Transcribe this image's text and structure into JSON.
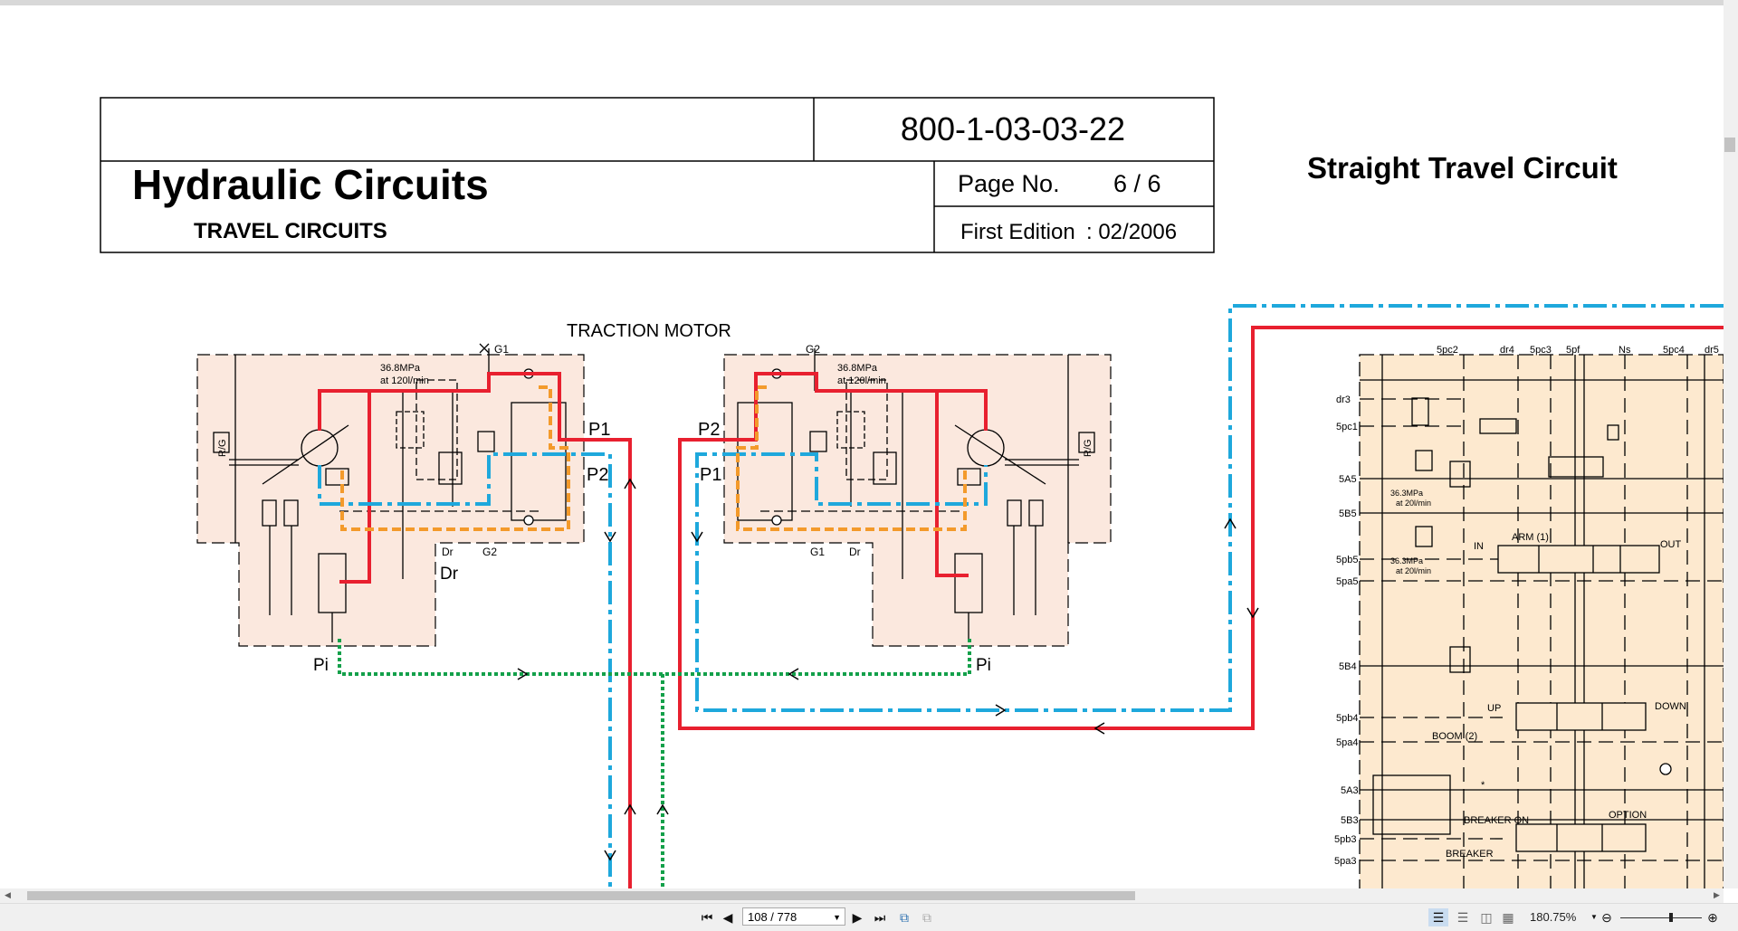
{
  "document": {
    "doc_number": "800-1-03-03-22",
    "title": "Hydraulic Circuits",
    "subtitle": "TRAVEL CIRCUITS",
    "page_label": "Page  No.",
    "page_value": "6 /  6",
    "edition_label": "First Edition",
    "edition_value": ": 02/2006",
    "section_title": "Straight Travel Circuit"
  },
  "diagram": {
    "traction_motor_label": "TRACTION MOTOR",
    "left_motor": {
      "g1": "G1",
      "pressure": "36.8MPa",
      "flow": "at 120l/min",
      "p1": "P1",
      "p2": "P2",
      "dr_small": "Dr",
      "dr_large": "Dr",
      "g2": "G2",
      "pi": "Pi",
      "rg": "R/G"
    },
    "right_motor": {
      "g2": "G2",
      "pressure": "36.8MPa",
      "flow": "at 120l/min",
      "p2": "P2",
      "p1": "P1",
      "g1": "G1",
      "dr": "Dr",
      "pi": "Pi",
      "rg": "R/G"
    },
    "valve_ports_left": [
      "dr3",
      "5pc1",
      "5A5",
      "5B5",
      "5pb5",
      "5pa5",
      "5B4",
      "5pb4",
      "5pa4",
      "5A3",
      "5B3",
      "5pb3",
      "5pa3"
    ],
    "valve_ports_top": [
      "5pc2",
      "dr4",
      "5pc3",
      "5pf",
      "Ns",
      "5pc4",
      "dr5"
    ],
    "valve_labels": {
      "relief_1": "36.3MPa",
      "relief_1_flow": "at 20l/min",
      "relief_2": "36.3MPa",
      "relief_2_flow": "at 20l/min",
      "arm": "ARM (1)",
      "arm_in": "IN",
      "arm_out": "OUT",
      "boom": "BOOM (2)",
      "boom_up": "UP",
      "boom_down": "DOWN",
      "breaker_on": "BREAKER ON",
      "breaker": "BREAKER",
      "option": "OPTION",
      "note_mark": "*"
    },
    "colors": {
      "high_pressure": "#e8202f",
      "return": "#1ea8dc",
      "pilot": "#13a04a",
      "drain": "#f39a2b",
      "valve_panel": "#fde9cf",
      "motor_panel": "#fbe8de"
    }
  },
  "toolbar": {
    "first_page": "first-page-icon",
    "prev_page": "prev-page-icon",
    "page_indicator": "108 / 778",
    "next_page": "next-page-icon",
    "last_page": "last-page-icon",
    "zoom_level": "180.75%"
  }
}
